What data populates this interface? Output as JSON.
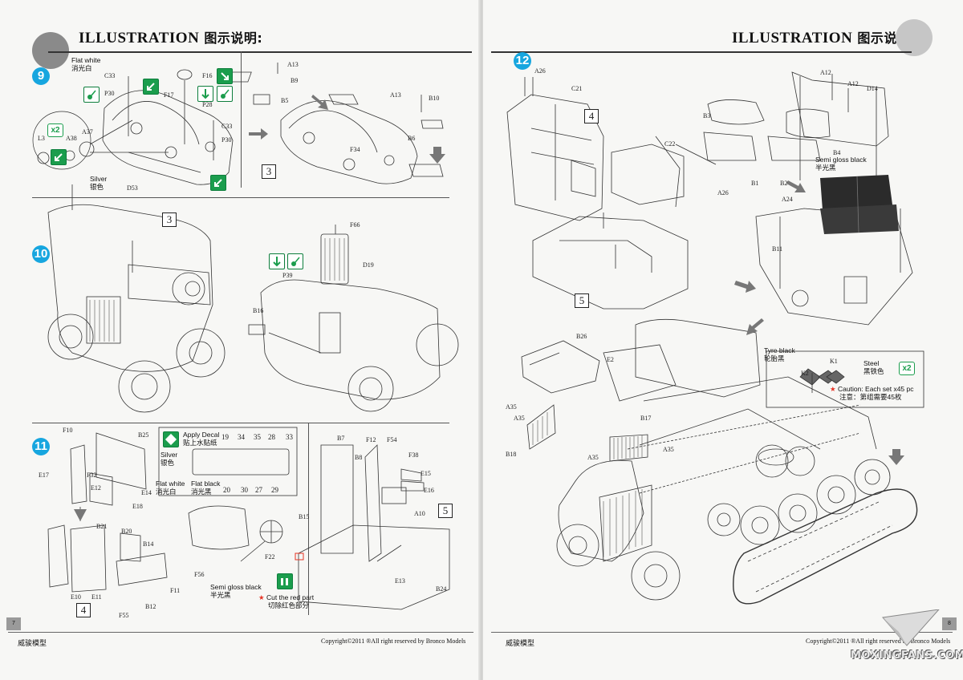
{
  "header": {
    "title_en": "ILLUSTRATION",
    "title_cn": "图示说明:"
  },
  "left_page": {
    "step9": {
      "number": "9",
      "paint_note_en": "Flat white",
      "paint_note_cn": "消光白",
      "silver_en": "Silver",
      "silver_cn": "银色",
      "multiplier": "x2",
      "parts": [
        "C33",
        "P30",
        "F17",
        "F16",
        "P28",
        "C33",
        "P30",
        "D53",
        "L3",
        "A38",
        "A37",
        "A13",
        "B9",
        "B5",
        "A13",
        "B10",
        "B6",
        "F34"
      ],
      "subassembly_box": "3"
    },
    "step10": {
      "number": "10",
      "subassembly_box": "3",
      "parts": [
        "F66",
        "D19",
        "P39",
        "B16"
      ]
    },
    "step11": {
      "number": "11",
      "apply_decal_en": "Apply Decal",
      "apply_decal_cn": "贴上水贴纸",
      "silver_en": "Silver",
      "silver_cn": "银色",
      "flat_white_en": "Flat white",
      "flat_white_cn": "消光白",
      "flat_black_en": "Flat black",
      "flat_black_cn": "消光黑",
      "decal_numbers_top": [
        "19",
        "34",
        "35",
        "28",
        "33"
      ],
      "decal_numbers_bottom": [
        "20",
        "30",
        "27",
        "29"
      ],
      "semi_gloss_en": "Semi gloss black",
      "semi_gloss_cn": "半光黑",
      "cut_red_en": "Cut the red part",
      "cut_red_cn": "切除红色部分",
      "subassembly_box_a": "4",
      "subassembly_box_b": "5",
      "parts": [
        "F10",
        "B25",
        "E17",
        "F32",
        "E12",
        "E14",
        "E18",
        "B21",
        "B20",
        "B14",
        "E10",
        "E11",
        "F55",
        "B12",
        "F11",
        "F56",
        "F22",
        "B7",
        "F12",
        "F54",
        "F38",
        "B8",
        "E15",
        "E16",
        "A10",
        "B15",
        "E13",
        "B24"
      ]
    },
    "footer": {
      "page_no": "7",
      "brand_cn": "威骏模型",
      "copyright": "Copyright©2011  ®All right reserved by Bronco Models"
    }
  },
  "right_page": {
    "step12": {
      "number": "12",
      "semi_gloss_en": "Semi gloss black",
      "semi_gloss_cn": "半光黑",
      "tyre_black_en": "Tyre black",
      "tyre_black_cn": "轮胎黑",
      "steel_en": "Steel",
      "steel_cn": "黑铁色",
      "multiplier": "x2",
      "caution_en": "Caution: Each set x45 pc",
      "caution_cn": "注意：第组需要45枚",
      "subassembly_box_a": "4",
      "subassembly_box_b": "5",
      "parts": [
        "A26",
        "C21",
        "A12",
        "A12",
        "D14",
        "B3",
        "B4",
        "B1",
        "B2",
        "C22",
        "A26",
        "A24",
        "B11",
        "B26",
        "E2",
        "K1",
        "K2",
        "A35",
        "A35",
        "B17",
        "A35",
        "A35",
        "B18"
      ]
    },
    "footer": {
      "page_no": "8",
      "brand_cn": "威骏模型",
      "copyright": "Copyright©2011  ®All right reserved by Bronco Models",
      "watermark": "MOXINGFANS.COM"
    }
  },
  "colors": {
    "step_badge": "#17a6df",
    "icon_green": "#1b9d4d",
    "caution_star": "#e53324",
    "seat_black": "#2b2b2b"
  }
}
